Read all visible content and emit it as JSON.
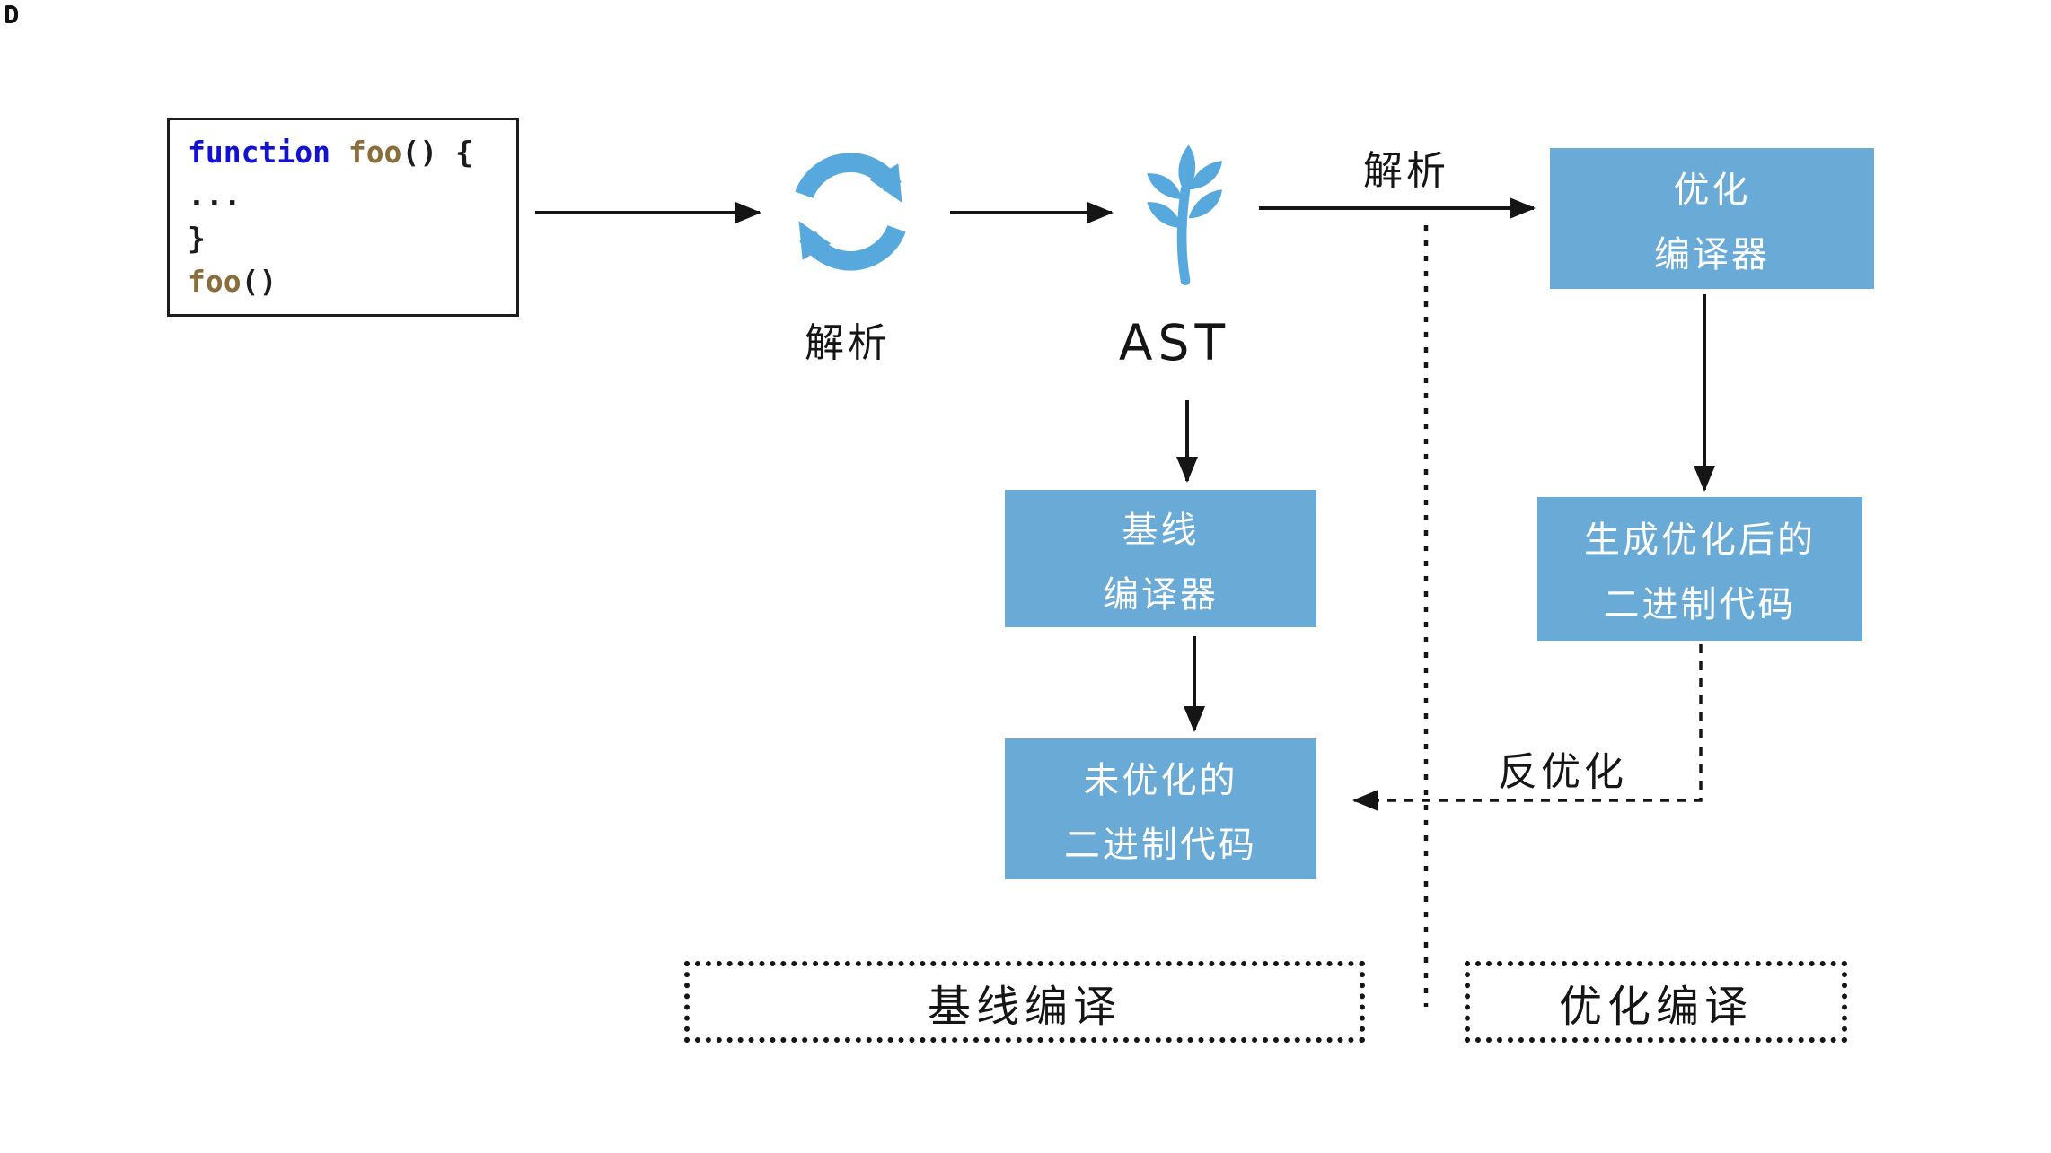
{
  "code_box": {
    "keyword": "function",
    "function_name": " foo",
    "line1_rest": "() {",
    "line2": "...",
    "line3": "}",
    "call_name": "foo",
    "call_rest": "()"
  },
  "labels": {
    "parse_bottom": "解析",
    "ast": "AST",
    "parse_top": "解析",
    "deoptimize": "反优化"
  },
  "nodes": {
    "optimizing_compiler": {
      "line1": "优化",
      "line2": "编译器"
    },
    "baseline_compiler": {
      "line1": "基线",
      "line2": "编译器"
    },
    "unoptimized_binary": {
      "line1": "未优化的",
      "line2": "二进制代码"
    },
    "optimized_binary": {
      "line1": "生成优化后的",
      "line2": "二进制代码"
    }
  },
  "sections": {
    "baseline_compilation": "基线编译",
    "optimizing_compilation": "优化编译"
  },
  "icons": {
    "parser_cycle": "refresh-cycle-icon",
    "ast_tree": "sapling-icon"
  },
  "colors": {
    "node_blue": "#69aad6",
    "icon_blue": "#57a9dd",
    "keyword_blue": "#1212d0",
    "identifier_brown": "#8a6d3b",
    "line_black": "#151515"
  }
}
